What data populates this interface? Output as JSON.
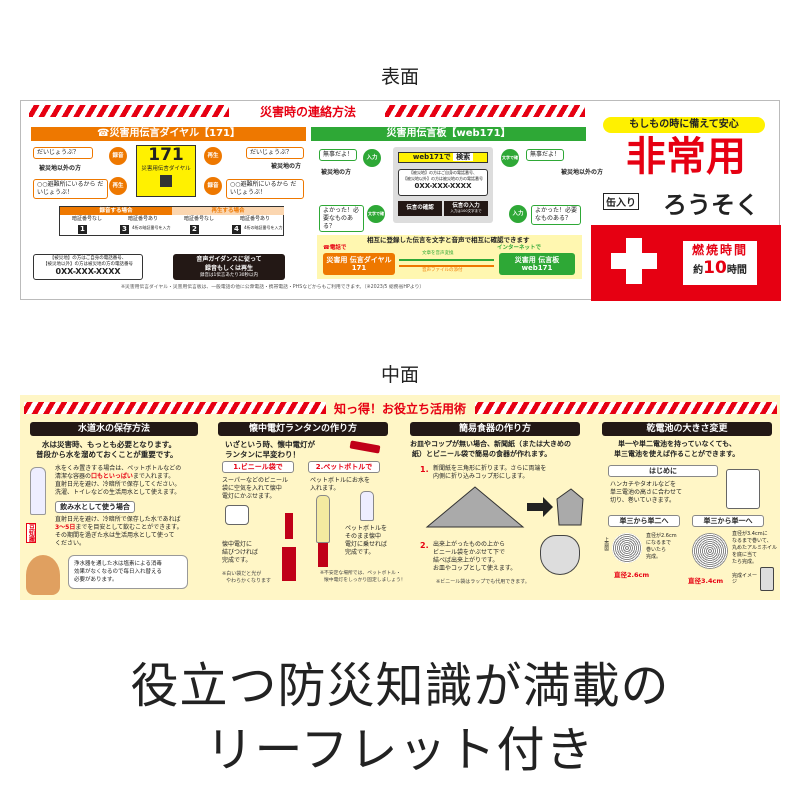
{
  "labels": {
    "front": "表面",
    "middle": "中面"
  },
  "front": {
    "title": "災害時の連絡方法",
    "dial": {
      "header": "☎災害用伝言ダイヤル【171】",
      "number": "171",
      "name": "災害用伝言ダイヤル",
      "bubble_tl": "だいじょうぶ？",
      "bubble_tr": "だいじょうぶ？",
      "bubble_bl": "○○避難所にいるから だいじょうぶ！",
      "bubble_br": "○○避難所にいるから だいじょうぶ！",
      "person_left": "被災地以外の方",
      "person_right": "被災地の方",
      "record": "録音",
      "play": "再生",
      "record_case": "録音する場合",
      "play_case": "再生する場合",
      "pin_none": "暗証番号なし",
      "pin_yes": "暗証番号あり",
      "steps": [
        "1",
        "3",
        "2",
        "4"
      ],
      "pin_input": "4桁の暗証番号を入力",
      "phone_note1": "【被災地】の方はご自身の電話番号、",
      "phone_note2": "【被災地以外】の方は被災地の方の電話番号",
      "phone_number": "0XX-XXX-XXXX",
      "guide1": "音声ガイダンスに従って",
      "guide2": "録音もしくは再生",
      "guide3": "録音は1伝言あたり30秒以内"
    },
    "web": {
      "header": "災害用伝言板【web171】",
      "search_term": "web171で",
      "search_btn": "検索",
      "note1": "【被災地】の方はご自身の電話番号、",
      "note2": "【被災地以外】の方は被災地の方の電話番号",
      "phone_number": "0XX-XXX-XXXX",
      "confirm": "伝言の確認",
      "input": "伝言の入力",
      "input_sub": "入力は100文字まで",
      "bubble_tl": "無事だよ！",
      "bubble_tr": "無事だよ！",
      "bubble_bl": "よかった！必要なものある？",
      "bubble_br": "よかった！必要なものある？",
      "enter": "入力",
      "text_confirm": "文字で確認",
      "person_left": "被災地の方",
      "person_right": "被災地以外の方",
      "mutual": "相互に登録した伝言を文字と音声で相互に確認できます",
      "by_phone": "☎電話で",
      "by_net": "インターネットで",
      "dial_box": "災害用 伝言ダイヤル 171",
      "web_box": "災害用 伝言板 web171",
      "to_voice": "文章を音声変換",
      "attach": "音声ファイルの添付"
    },
    "footnote": "※災害用伝言ダイヤル・災害用伝言板は、一般電話の他に公衆電話・携帯電話・PHSなどからもご利用できます。（※2023/5 総務省HPより）",
    "product": {
      "tagline": "もしもの時に備えて安心",
      "title": "非常用",
      "can": "缶入り",
      "candle": "ろうそく",
      "burn_label": "燃焼時間",
      "burn_prefix": "約",
      "burn_value": "10",
      "burn_unit": "時間"
    }
  },
  "middle": {
    "title": "知っ得！お役立ち活用術",
    "water": {
      "header": "水道水の保存方法",
      "intro1": "水は災害時、もっとも必要となります。",
      "intro2": "普段から水を溜めておくことが重要です。",
      "p1a": "水をくみ置きする場合は、ペットボトルなどの",
      "p1b_pre": "清潔な容器の",
      "p1b_red": "口もといっぱい",
      "p1b_post": "まで入れます。",
      "p1c": "直射日光を避け、冷暗所で保存してください。",
      "p1d": "洗濯、トイレなどの生活用水として使えます。",
      "drink_hdr": "飲み水として使う場合",
      "p2a": "直射日光を避け、冷暗所で保存した水であれば",
      "p2b_red": "3〜5日",
      "p2b_post": "までを目安として飲むことができます。",
      "p2c": "その期間を過ぎた水は生活用水として使って",
      "p2d": "ください。",
      "badge": "豆知識",
      "tip1": "浄水器を通した水は塩素による消毒",
      "tip2": "効果がなくなるので毎日入れ替える",
      "tip3": "必要があります。"
    },
    "lantern": {
      "header": "懐中電灯ランタンの作り方",
      "intro1": "いざという時、懐中電灯が",
      "intro2": "ランタンに早変わり！",
      "s1": "1.ビニール袋で",
      "s2": "2.ペットボトルで",
      "s1a": "スーパーなどのビニール",
      "s1b": "袋に空気を入れて懐中",
      "s1c": "電灯にかぶせます。",
      "s1d": "懐中電灯に",
      "s1e": "結びつければ",
      "s1f": "完成です。",
      "s1n1": "※白い袋だと光が",
      "s1n2": "やわらかくなります",
      "s2a": "ペットボトルにお水を",
      "s2b": "入れます。",
      "s2c": "ペットボトルを",
      "s2d": "そのまま懐中",
      "s2e": "電灯に乗せれば",
      "s2f": "完成です。",
      "s2n1": "※不安定な場所では、ペットボトル・",
      "s2n2": "懐中電灯をしっかり固定しましょう！"
    },
    "dish": {
      "header": "簡易食器の作り方",
      "intro1": "お皿やコップが無い場合、新聞紙（または大きめの",
      "intro2": "紙）とビニール袋で簡易の食器が作れます。",
      "n1": "1.",
      "s1a": "新聞紙を三角形に折ります。さらに両端を",
      "s1b": "内側に折り込みコップ形にします。",
      "n2": "2.",
      "s2a": "出来上がったものの上から",
      "s2b": "ビニール袋をかぶせて下で",
      "s2c": "結べば出来上がりです。",
      "s2d": "お皿やコップとして使えます。",
      "note": "※ビニール袋はラップでも代用できます。"
    },
    "battery": {
      "header": "乾電池の大きさ変更",
      "intro1": "単一や単二電池を持っていなくても、",
      "intro2": "単三電池を使えば作ることができます。",
      "first": "はじめに",
      "f1": "ハンカチやタオルなどを",
      "f2": "単三電池の高さに合わせて",
      "f3": "切り、巻いていきます。",
      "c1": "単三から単二へ",
      "c2": "単三から単一へ",
      "c1a": "直径が2.6cm",
      "c1b": "になるまで",
      "c1c": "巻いたら",
      "c1d": "完成。",
      "c1dia": "直径2.6cm",
      "top": "上面図",
      "c2a": "直径が3.4cmに",
      "c2b": "なるまで巻いて、",
      "c2c": "丸めたアルミホイル",
      "c2d": "を底に当て",
      "c2e": "たら完成。",
      "c2dia": "直径3.4cm",
      "done": "完成イメージ"
    }
  },
  "caption": {
    "line1": "役立つ防災知識が満載の",
    "line2": "リーフレット付き"
  },
  "colors": {
    "red": "#e60012",
    "orange": "#ee7800",
    "green": "#2ea836",
    "cream": "#fff6c6",
    "yellow": "#fff100"
  }
}
